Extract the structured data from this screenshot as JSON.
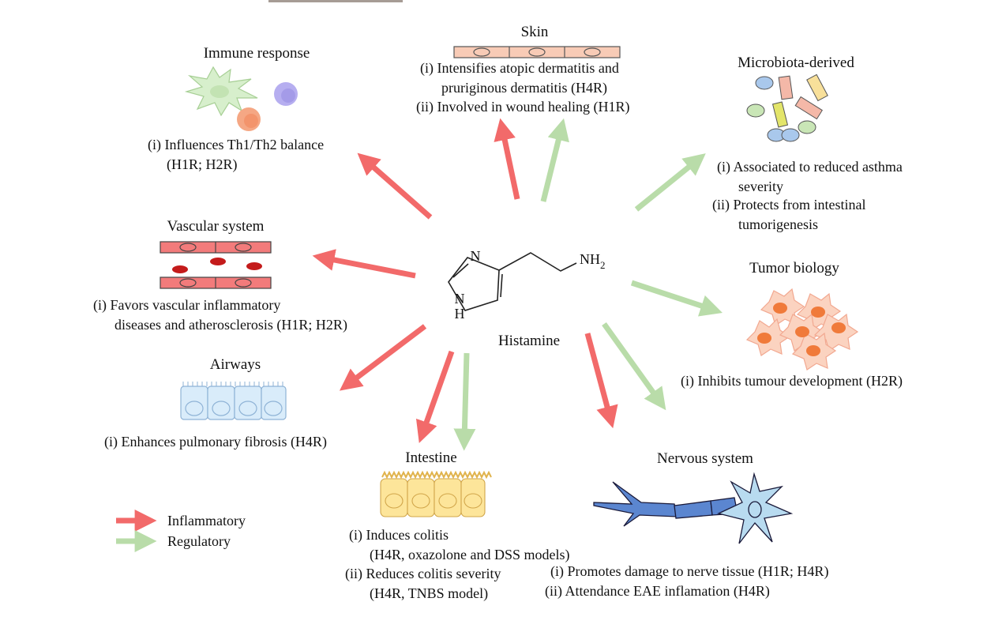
{
  "center": {
    "label": "Histamine",
    "n_label": "N",
    "nh_label": "N",
    "h_label": "H",
    "nh2_label": "NH",
    "nh2_sub": "2"
  },
  "colors": {
    "inflammatory": "#f26a6a",
    "regulatory": "#b9dca9"
  },
  "sections": {
    "immune": {
      "title": "Immune response",
      "lines": [
        "(i) Influences Th1/Th2 balance",
        "(H1R; H2R)"
      ]
    },
    "skin": {
      "title": "Skin",
      "lines": [
        "(i) Intensifies atopic dermatitis and",
        "pruriginous dermatitis (H4R)",
        "(ii) Involved in wound healing (H1R)"
      ]
    },
    "microbiota": {
      "title": "Microbiota-derived",
      "lines": [
        "(i) Associated to reduced asthma",
        "severity",
        "(ii) Protects from intestinal",
        "tumorigenesis"
      ]
    },
    "vascular": {
      "title": "Vascular system",
      "lines": [
        "(i) Favors vascular inflammatory",
        "diseases and atherosclerosis (H1R; H2R)"
      ]
    },
    "tumor": {
      "title": "Tumor biology",
      "lines": [
        "(i) Inhibits tumour development (H2R)"
      ]
    },
    "airways": {
      "title": "Airways",
      "lines": [
        "(i) Enhances pulmonary fibrosis (H4R)"
      ]
    },
    "intestine": {
      "title": "Intestine",
      "lines": [
        "(i) Induces colitis",
        "(H4R, oxazolone and DSS models)",
        "(ii) Reduces colitis severity",
        "(H4R, TNBS model)"
      ]
    },
    "nervous": {
      "title": "Nervous system",
      "lines": [
        "(i) Promotes damage to nerve tissue (H1R; H4R)",
        "(ii) Attendance EAE inflamation (H4R)"
      ]
    }
  },
  "legend": {
    "inflammatory": "Inflammatory",
    "regulatory": "Regulatory"
  }
}
